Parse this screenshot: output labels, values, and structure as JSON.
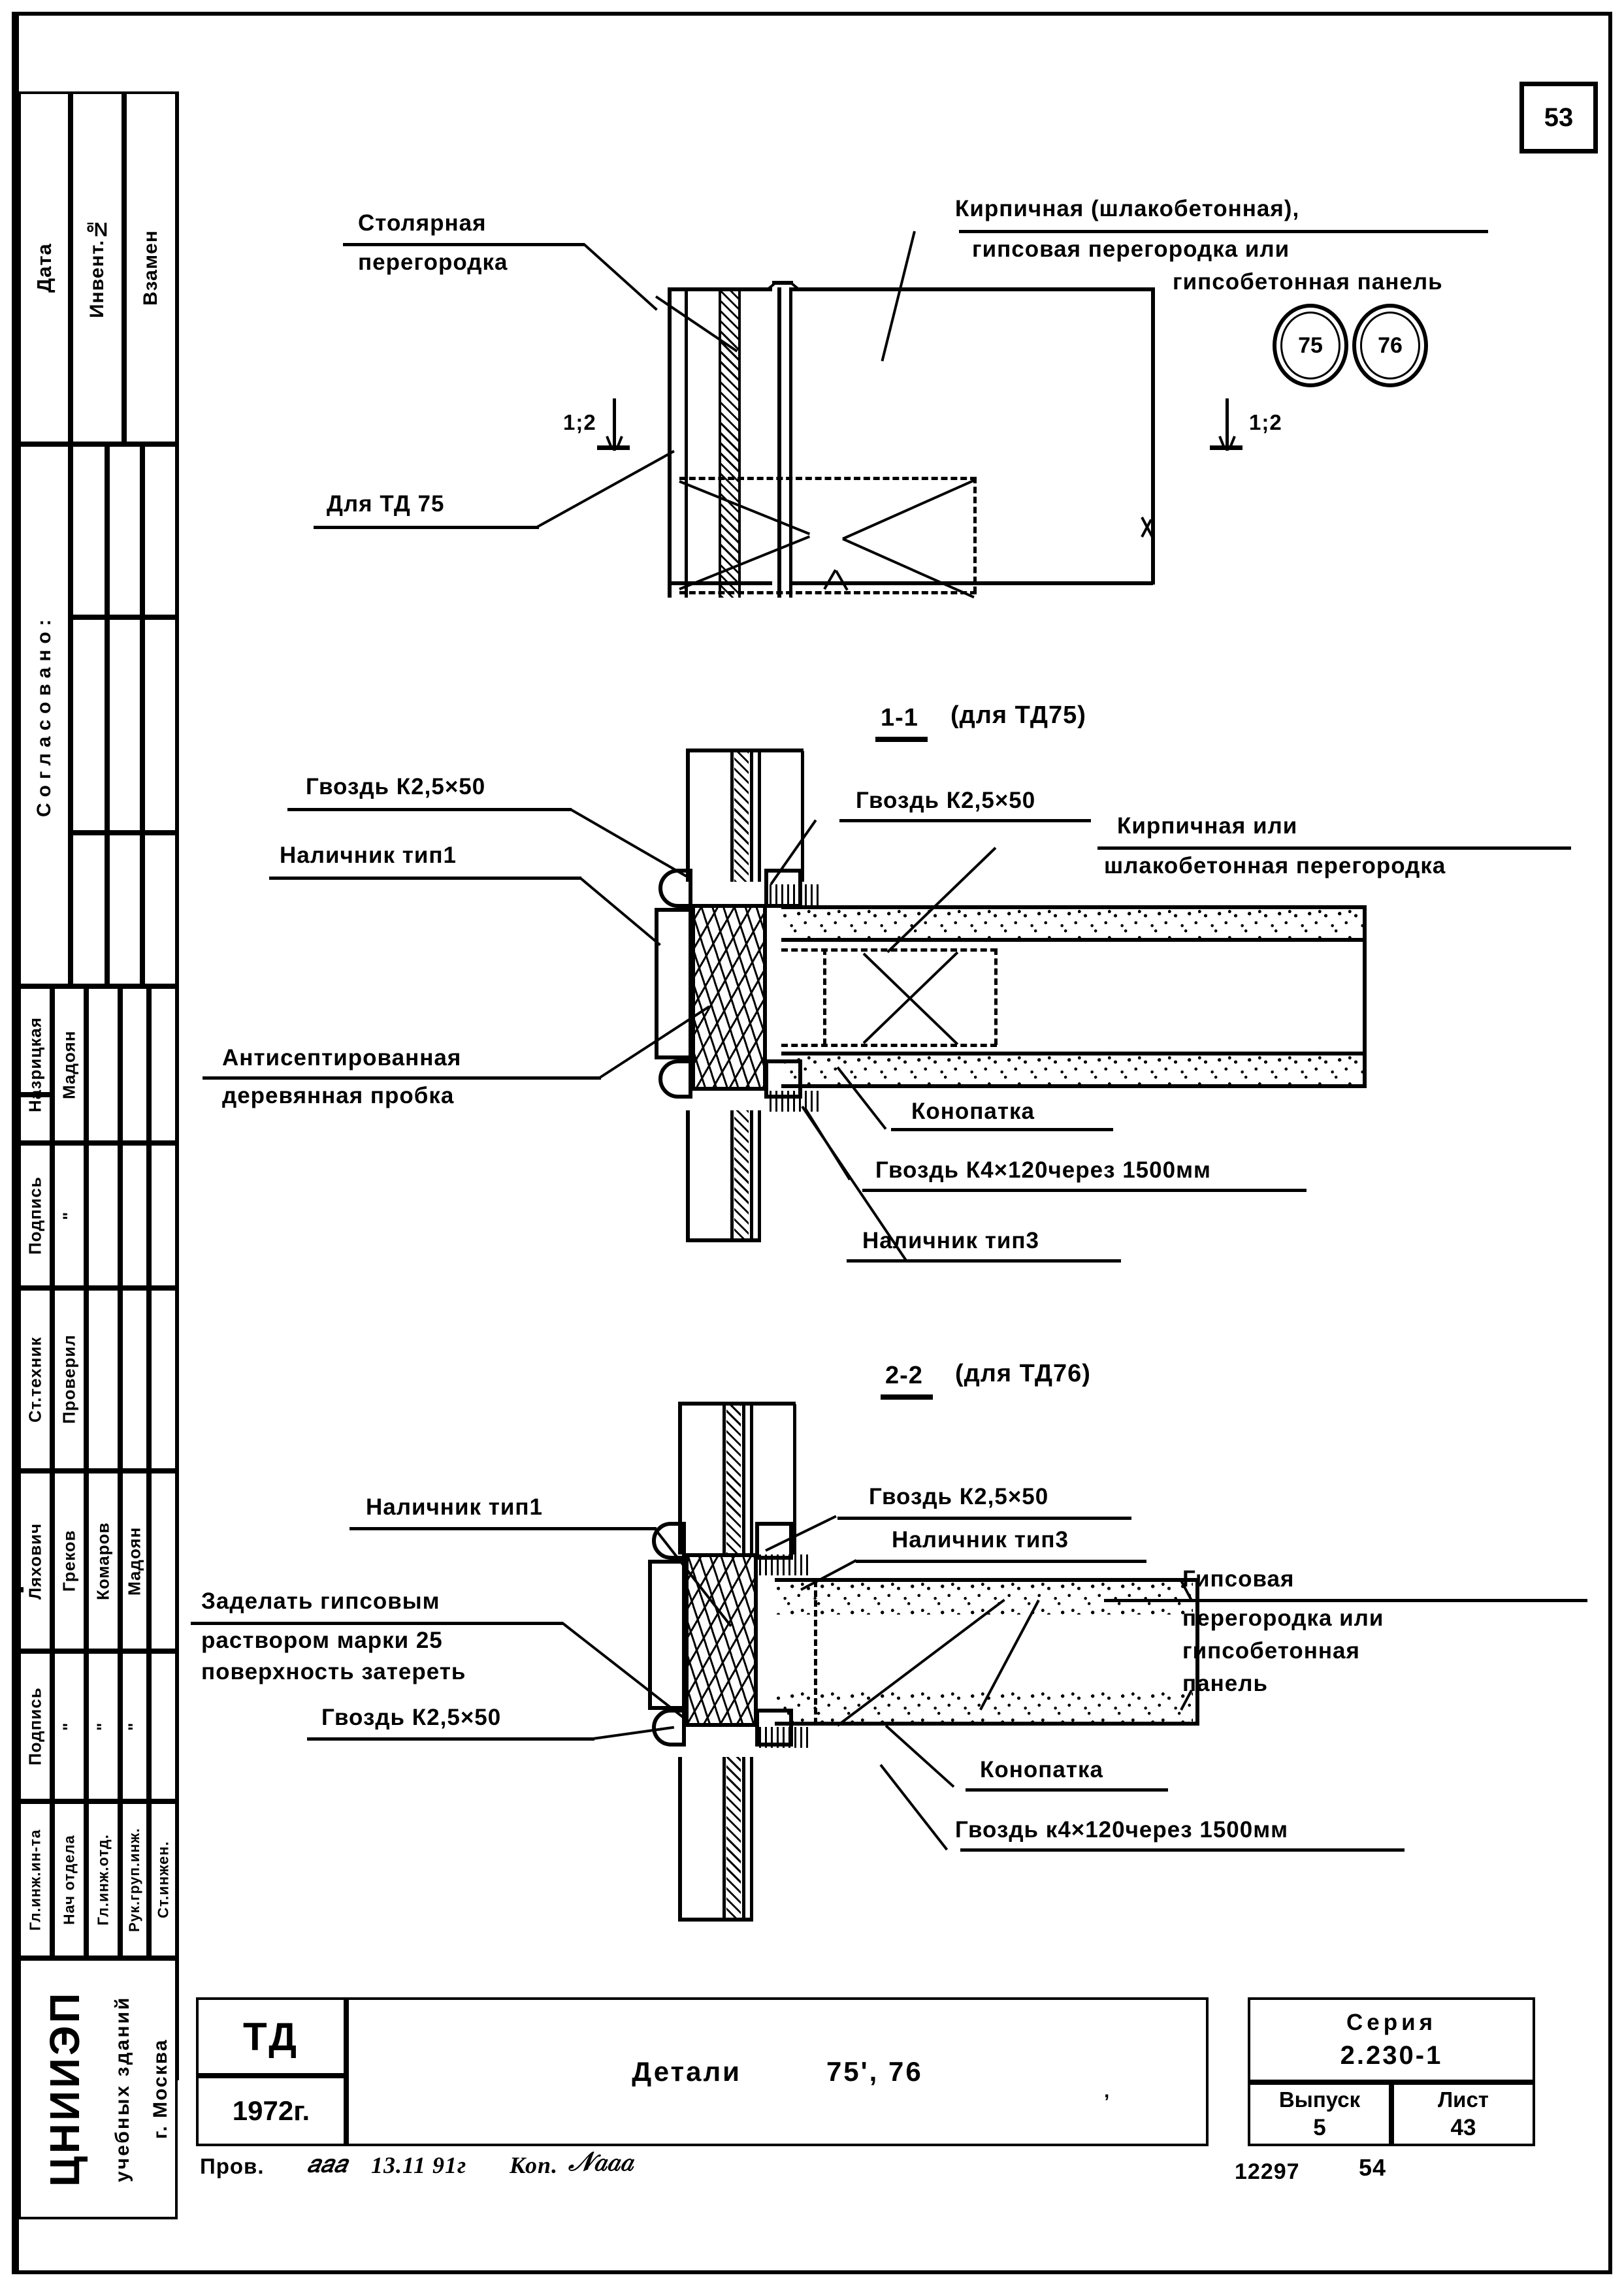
{
  "sheet": {
    "page_number": "53",
    "detail_circles": [
      "75",
      "76"
    ]
  },
  "stamp_left": {
    "top_columns": [
      "Дата",
      "Инвент.№",
      "Взамен"
    ],
    "soglasovano": "Согласовано:",
    "name_rows": [
      {
        "role": "Назрицкая",
        "name": "Мадоян"
      },
      {
        "role": "Подпись",
        "name": "\""
      },
      {
        "role": "Ст.техник",
        "name": "Проверил"
      },
      {
        "role": "Ляхович",
        "names": [
          "Греков",
          "Комаров",
          "Мадоян"
        ]
      },
      {
        "role": "Подпись",
        "names": [
          "\"",
          "\"",
          "\""
        ]
      }
    ],
    "positions": [
      "Гл.инж.ин-та",
      "Нач отдела",
      "Гл.инж.отд.",
      "Рук.груп.инж.",
      "Ст.инжен."
    ],
    "org_logo": "ЦНИИЭП",
    "org_line2": "учебных зданий",
    "org_line3": "г. Москва"
  },
  "plan_view": {
    "label_stolyarnaya": "Столярная",
    "label_stolyarnaya2": "перегородка",
    "label_kirpichnaya": "Кирпичная (шлакобетонная),",
    "label_kirpichnaya2": "гипсовая перегородка или",
    "label_kirpichnaya3": "гипсобетонная панель",
    "label_dlya_td75": "Для ТД 75",
    "section_mark_left": "1;2",
    "section_mark_right": "1;2"
  },
  "section_1_1": {
    "title": "1-1",
    "title_paren": "(для ТД75)",
    "labels_left": [
      "Гвоздь К2,5×50",
      "Наличник тип1",
      "Антисептированная",
      "деревянная пробка"
    ],
    "labels_right": [
      "Гвоздь К2,5×50",
      "Кирпичная    или",
      "шлакобетонная перегородка",
      "Конопатка",
      "Гвоздь К4×120через 1500мм",
      "Наличник тип3"
    ]
  },
  "section_2_2": {
    "title": "2-2",
    "title_paren": "(для ТД76)",
    "labels_left": [
      "Наличник тип1",
      "Заделать гипсовым",
      "раствором марки 25",
      "поверхность затереть",
      "Гвоздь К2,5×50"
    ],
    "labels_right": [
      "Гвоздь К2,5×50",
      "Наличник тип3",
      "Гипсовая",
      "перегородка или",
      "гипсобетонная",
      "панель",
      "Конопатка",
      "Гвоздь к4×120через 1500мм"
    ]
  },
  "title_block": {
    "code": "ТД",
    "year": "1972г.",
    "drawing_title": "Детали",
    "drawing_numbers": "75', 76",
    "seriya_label": "Серия",
    "seriya_value": "2.230-1",
    "vypusk_label": "Выпуск",
    "vypusk_value": "5",
    "list_label": "Лист",
    "list_value": "43",
    "prov_label": "Пров.",
    "handwritten_date": "13.11 91г",
    "kop_label": "Коп.",
    "bottom_left_number": "12297",
    "bottom_right_number": "54"
  }
}
